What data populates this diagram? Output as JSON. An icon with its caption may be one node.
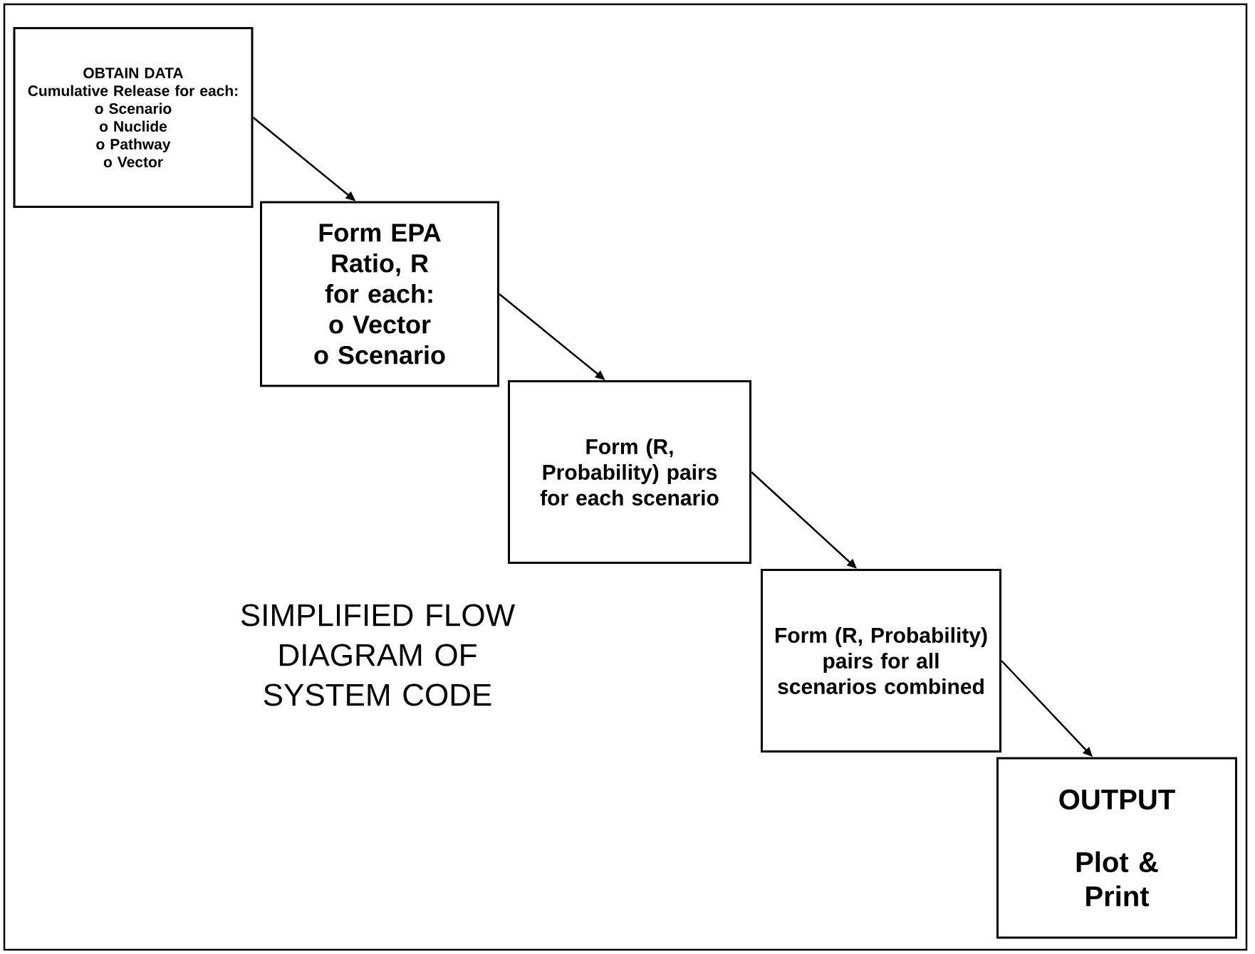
{
  "diagram": {
    "title": "SIMPLIFIED FLOW DIAGRAM OF SYSTEM CODE",
    "nodes": [
      {
        "text": [
          "OBTAIN DATA",
          "Cumulative Release for each:",
          "o Scenario",
          "o Nuclide",
          "o Pathway",
          "o Vector"
        ]
      },
      {
        "text": [
          "Form EPA Ratio, R for each:",
          "o Vector",
          "o Scenario"
        ]
      },
      {
        "text": [
          "Form (R, Probability) pairs for each scenario"
        ]
      },
      {
        "text": [
          "Form (R, Probability) pairs for all scenarios combined"
        ]
      },
      {
        "text": [
          "OUTPUT",
          "Plot & Print"
        ]
      }
    ],
    "edges": [
      {
        "from": 0,
        "to": 1,
        "arrow": "to"
      },
      {
        "from": 1,
        "to": 2,
        "arrow": "to"
      },
      {
        "from": 2,
        "to": 3,
        "arrow": "to"
      },
      {
        "from": 3,
        "to": 4,
        "arrow": "to"
      }
    ]
  }
}
